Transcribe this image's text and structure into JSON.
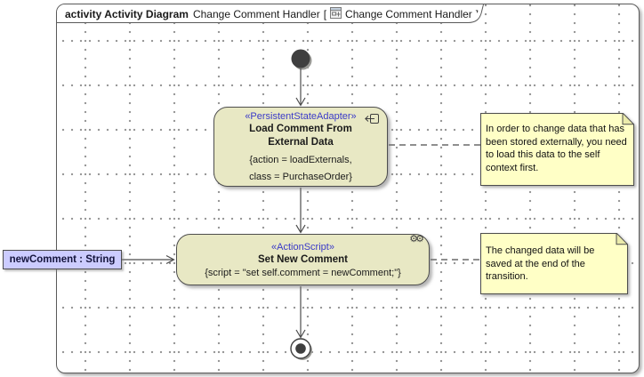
{
  "frame": {
    "keyword": "activity Activity Diagram",
    "diagram_name": "Change Comment Handler",
    "bracket_open": "[",
    "ref_name": "Change Comment Handler",
    "bracket_close": "]",
    "icon": "activity-diagram-icon"
  },
  "action1": {
    "stereotype": "«PersistentStateAdapter»",
    "name_line1": "Load Comment From",
    "name_line2": "External Data",
    "constraint_line1": "{action = loadExternals,",
    "constraint_line2": "class = PurchaseOrder}",
    "icon": "persistent-state-adapter-icon"
  },
  "action2": {
    "stereotype": "«ActionScript»",
    "name": "Set New Comment",
    "constraint": "{script = \"set self.comment = newComment;\"}",
    "icon": "gears-icon"
  },
  "notes": [
    {
      "text": "In order to change data that has been stored externally, you need to load this data to the self context first."
    },
    {
      "text": "The changed data will be saved at the end of the transition."
    }
  ],
  "parameter": {
    "label": "newComment : String"
  },
  "colors": {
    "action_fill": "#e8e8c4",
    "note_fill": "#ffffc6",
    "parameter_fill": "#ccccff",
    "stereotype_text": "#3a3ac8",
    "line": "#4c4c4c",
    "grid_dot": "#8f8f8f"
  }
}
